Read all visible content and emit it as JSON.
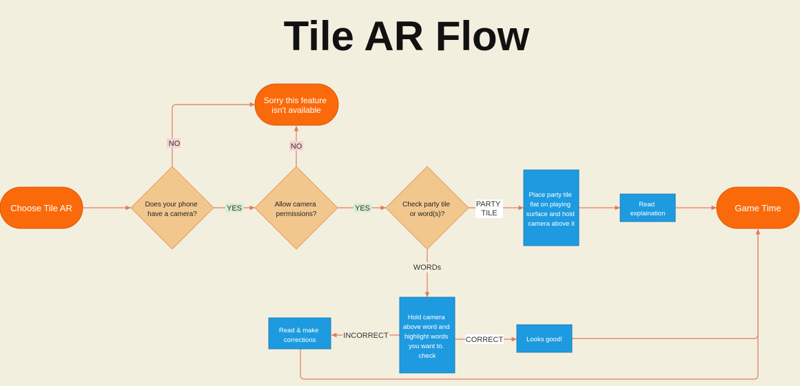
{
  "title": "Tile AR Flow",
  "colors": {
    "background": "#f3efdf",
    "terminal": "#fa6a0a",
    "decision": "#f2c78e",
    "decision_stroke": "#e69a5f",
    "process": "#1e9be0",
    "edge": "#e07b5a"
  },
  "nodes": {
    "start": [
      "Choose Tile AR"
    ],
    "unavailable": [
      "Sorry this feature",
      "isn't available"
    ],
    "has_camera": [
      "Does your phone",
      "have a camera?"
    ],
    "allow_camera": [
      "Allow camera",
      "permissions?"
    ],
    "check_type": [
      "Check party tile",
      "or word(s)?"
    ],
    "place_tile": [
      "Place party tile",
      "flat on playing",
      "surface and hold",
      "camera above it"
    ],
    "read_explanation": [
      "Read",
      "explaination"
    ],
    "game_time": [
      "Game Time"
    ],
    "hold_camera": [
      "Hold camera",
      "above word and",
      "highlight words",
      "you want to.",
      "check"
    ],
    "read_corrections": [
      "Read & make",
      "corrections"
    ],
    "looks_good": [
      "Looks good!"
    ]
  },
  "edge_labels": {
    "no_camera": "NO",
    "no_permission": "NO",
    "yes_camera": "YES",
    "yes_permission": "YES",
    "party_tile": [
      "PARTY",
      "TILE"
    ],
    "words": "WORDs",
    "incorrect": "INCORRECT",
    "correct": "CORRECT"
  }
}
